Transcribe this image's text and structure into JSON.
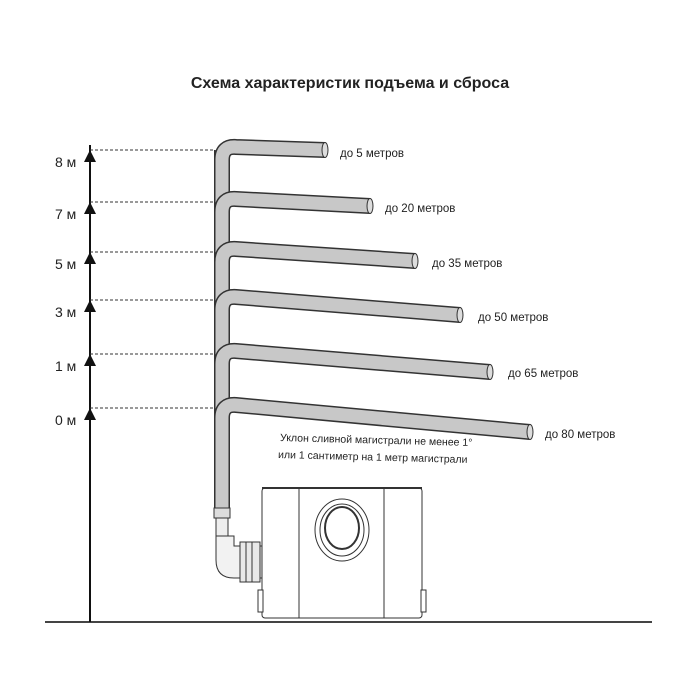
{
  "title": "Схема характеристик подъема и сброса",
  "levels": [
    {
      "height": "8 м",
      "distance": "до 5 метров"
    },
    {
      "height": "7 м",
      "distance": "до 20 метров"
    },
    {
      "height": "5 м",
      "distance": "до 35 метров"
    },
    {
      "height": "3 м",
      "distance": "до 50 метров"
    },
    {
      "height": "1 м",
      "distance": "до 65 метров"
    },
    {
      "height": "0 м",
      "distance": "до 80 метров"
    }
  ],
  "note": {
    "line1": "Уклон сливной магистрали не менее 1°",
    "line2": "или 1 сантиметр на 1 метр магистрали"
  },
  "colors": {
    "pipe": "#c8c8c8",
    "outline": "#333333"
  }
}
